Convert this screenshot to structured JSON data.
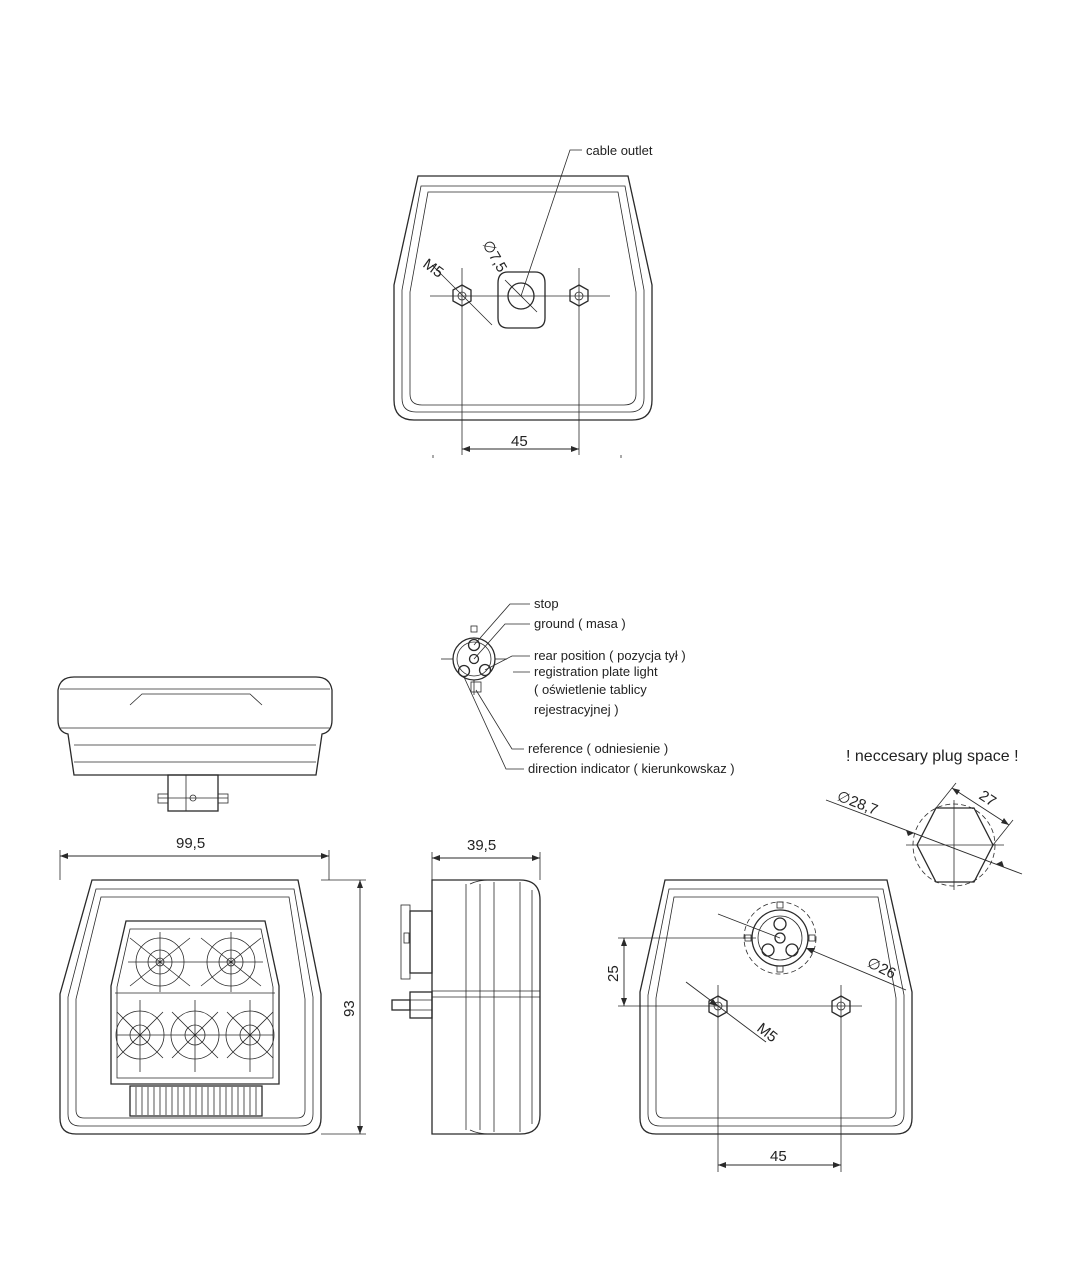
{
  "labels": {
    "cable_outlet": "cable outlet",
    "m5_top": "M5",
    "dia_75": "∅7,5",
    "dim_45_top": "45",
    "stop": "stop",
    "ground": "ground  ( masa )",
    "rear_position": "rear position  ( pozycja tył )",
    "registration_1": "registration plate light",
    "registration_2": "( oświetlenie tablicy",
    "registration_3": "rejestracyjnej )",
    "reference": "reference  ( odniesienie )",
    "direction": "direction indicator  ( kierunkowskaz )",
    "plug_space": "! neccesary plug space !",
    "dia_287": "∅28,7",
    "dim_27": "27",
    "dim_995": "99,5",
    "dim_93": "93",
    "dim_395": "39,5",
    "dim_25": "25",
    "dia_26": "∅26",
    "m5_bottom": "M5",
    "dim_45_bottom": "45"
  }
}
